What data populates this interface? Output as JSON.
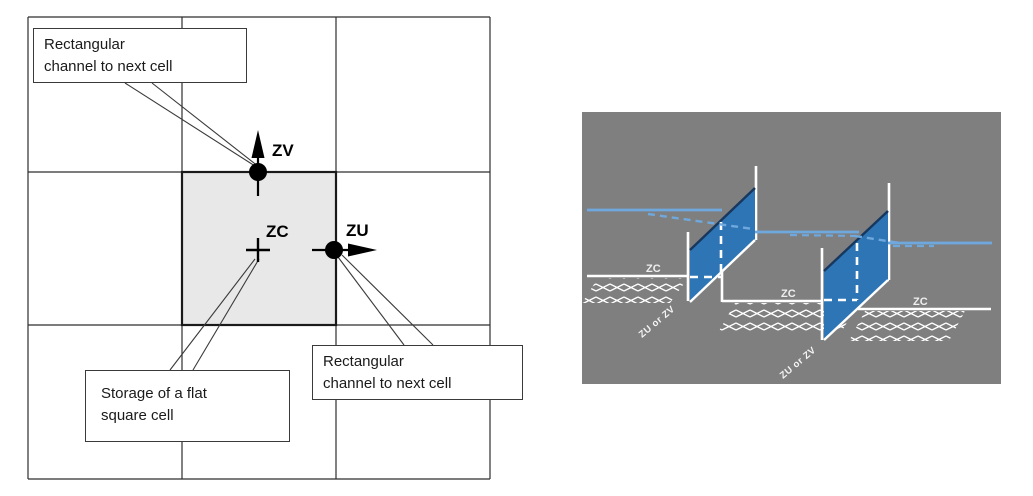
{
  "left_diagram": {
    "node_labels": {
      "zv": "ZV",
      "zc": "ZC",
      "zu": "ZU"
    },
    "callouts": {
      "top": {
        "line1": "Rectangular",
        "line2": "channel to next cell"
      },
      "right": {
        "line1": "Rectangular",
        "line2": "channel to next cell"
      },
      "bottom": {
        "line1": "Storage of a flat",
        "line2": "square cell"
      }
    },
    "colors": {
      "cell_fill": "#e8e8e8",
      "line": "#2e2e2e"
    }
  },
  "right_panel": {
    "labels": {
      "zc1": "ZC",
      "zc2": "ZC",
      "zc3": "ZC",
      "zuzv1": "ZU or ZV",
      "zuzv2": "ZU or ZV"
    },
    "colors": {
      "background": "#7f7f7f",
      "weir_blue": "#2e75b6",
      "weir_edge": "#17375e",
      "water_blue": "#6fa8dc",
      "structure_white": "#ffffff"
    }
  }
}
